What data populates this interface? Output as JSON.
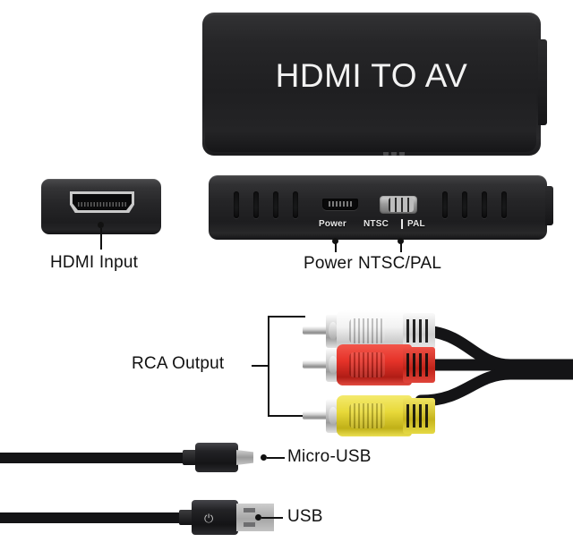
{
  "diagram": {
    "title": "HDMI to AV converter product diagram",
    "background_color": "#ffffff"
  },
  "device": {
    "front_label": "HDMI TO AV",
    "front_label_color": "#f2f2f2",
    "body_color": "#232325"
  },
  "ports": {
    "on_device_labels": {
      "power": "Power",
      "ntsc": "NTSC",
      "divider": "|",
      "pal": "PAL"
    }
  },
  "callouts": [
    {
      "id": "hdmi-input",
      "label": "HDMI Input"
    },
    {
      "id": "power",
      "label": "Power"
    },
    {
      "id": "ntsc-pal",
      "label": "NTSC/PAL"
    },
    {
      "id": "rca-output",
      "label": "RCA Output"
    },
    {
      "id": "micro-usb",
      "label": "Micro-USB"
    },
    {
      "id": "usb",
      "label": "USB"
    }
  ],
  "rca_connectors": [
    {
      "name": "white",
      "color": "#f2f2f2",
      "shade": "#c9c9c9"
    },
    {
      "name": "red",
      "color": "#e63329",
      "shade": "#b01d16"
    },
    {
      "name": "yellow",
      "color": "#e8d93a",
      "shade": "#c0b018"
    }
  ],
  "cables": {
    "color": "#141416",
    "count": 3
  }
}
